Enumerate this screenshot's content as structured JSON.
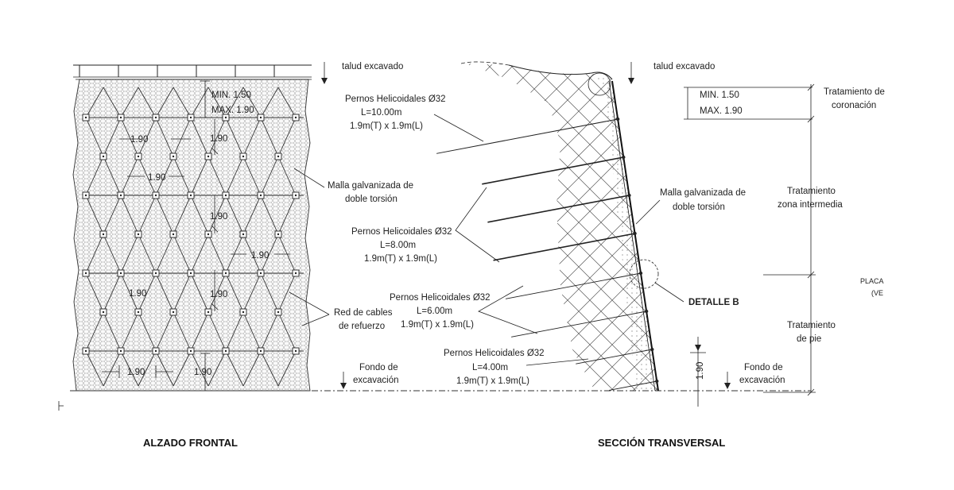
{
  "front": {
    "title": "ALZADO FRONTAL",
    "top_label": "talud excavado",
    "min": "MIN. 1.50",
    "max": "MAX. 1.90",
    "spacing": "1.90",
    "mesh_label_1": "Malla galvanizada de",
    "mesh_label_2": "doble torsión",
    "cables_label_1": "Red de cables",
    "cables_label_2": "de refuerzo",
    "bottom_label_1": "Fondo de",
    "bottom_label_2": "excavación"
  },
  "section": {
    "title": "SECCIÓN TRANSVERSAL",
    "top_label": "talud excavado",
    "min": "MIN. 1.50",
    "max": "MAX. 1.90",
    "bolt_groups": [
      {
        "name": "Pernos Helicoidales Ø32",
        "length": "L=10.00m",
        "spacing": "1.9m(T) x 1.9m(L)"
      },
      {
        "name": "Pernos Helicoidales Ø32",
        "length": "L=8.00m",
        "spacing": "1.9m(T) x 1.9m(L)"
      },
      {
        "name": "Pernos Helicoidales Ø32",
        "length": "L=6.00m",
        "spacing": "1.9m(T) x 1.9m(L)"
      },
      {
        "name": "Pernos Helicoidales Ø32",
        "length": "L=4.00m",
        "spacing": "1.9m(T) x 1.9m(L)"
      }
    ],
    "mesh_label_1": "Malla galvanizada de",
    "mesh_label_2": "doble torsión",
    "detail": "DETALLE B",
    "bottom_dim": "1.90",
    "bottom_label_1": "Fondo de",
    "bottom_label_2": "excavación",
    "zones": [
      {
        "line1": "Tratamiento de",
        "line2": "coronación"
      },
      {
        "line1": "Tratamiento",
        "line2": "zona intermedia"
      },
      {
        "line1": "Tratamiento",
        "line2": "de pie"
      }
    ]
  },
  "side": {
    "line1": "PLACA",
    "line2": "(VE"
  },
  "colors": {
    "line": "#222222",
    "background": "#ffffff",
    "hatch": "#444444"
  }
}
